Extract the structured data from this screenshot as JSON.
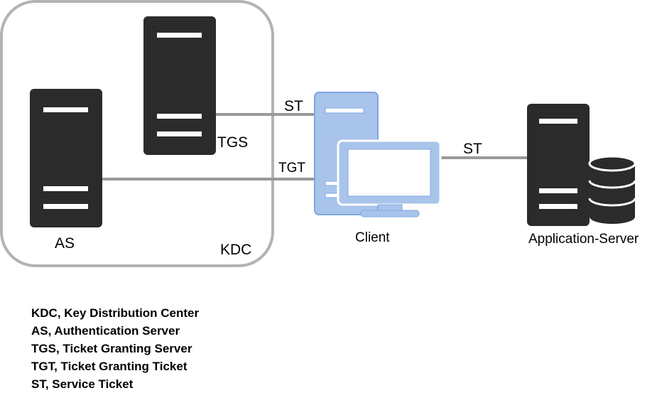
{
  "colors": {
    "server": "#2b2b2b",
    "server_slot": "#ffffff",
    "client_fill": "#a9c4eb",
    "client_stroke": "#7ea6e0",
    "connector": "#999999",
    "kdc_border": "#b3b3b3"
  },
  "nodes": {
    "kdc_label": "KDC",
    "as_label": "AS",
    "tgs_label": "TGS",
    "client_label": "Client",
    "app_server_label": "Application-Server"
  },
  "edges": {
    "tgs_client": "ST",
    "as_client": "TGT",
    "client_app": "ST"
  },
  "legend": [
    "KDC, Key Distribution Center",
    "AS, Authentication Server",
    "TGS, Ticket Granting Server",
    "TGT, Ticket Granting Ticket",
    "ST, Service Ticket"
  ]
}
